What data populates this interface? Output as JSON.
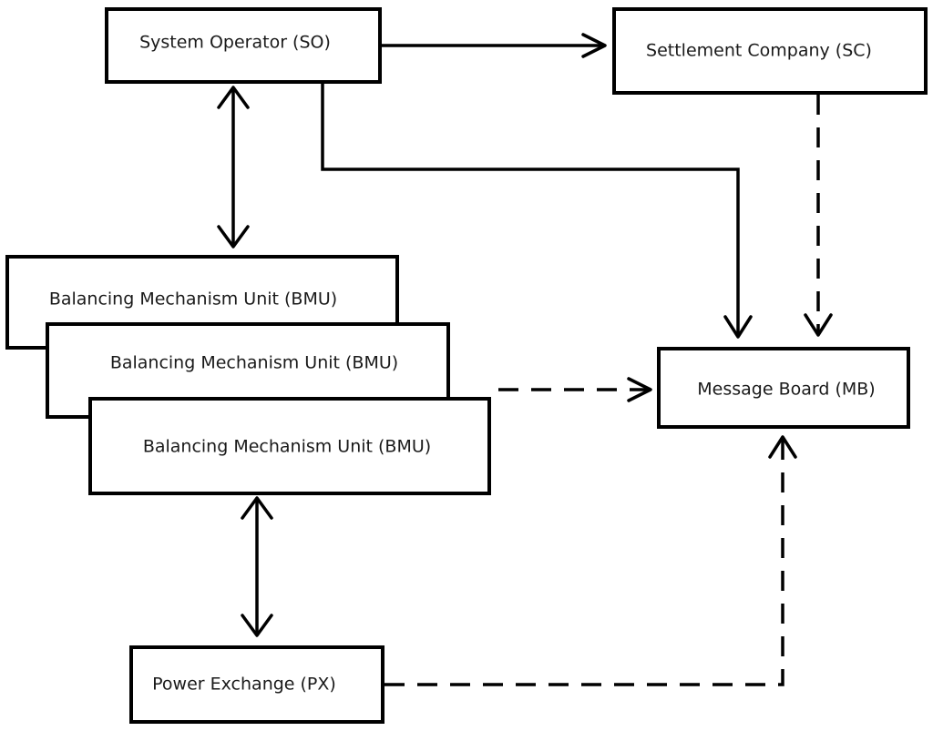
{
  "diagram": {
    "nodes": {
      "so": {
        "label": "System Operator (SO)"
      },
      "sc": {
        "label": "Settlement Company (SC)"
      },
      "bmu1": {
        "label": "Balancing Mechanism Unit (BMU)"
      },
      "bmu2": {
        "label": "Balancing Mechanism Unit (BMU)"
      },
      "bmu3": {
        "label": "Balancing Mechanism Unit (BMU)"
      },
      "mb": {
        "label": "Message Board (MB)"
      },
      "px": {
        "label": "Power Exchange (PX)"
      }
    },
    "edges": [
      {
        "from": "so",
        "to": "sc",
        "style": "solid",
        "direction": "forward"
      },
      {
        "from": "so",
        "to": "bmu",
        "style": "solid",
        "direction": "both"
      },
      {
        "from": "so",
        "to": "mb",
        "style": "solid",
        "direction": "forward"
      },
      {
        "from": "sc",
        "to": "mb",
        "style": "dashed",
        "direction": "forward"
      },
      {
        "from": "bmu",
        "to": "mb",
        "style": "dashed",
        "direction": "forward"
      },
      {
        "from": "bmu",
        "to": "px",
        "style": "solid",
        "direction": "both"
      },
      {
        "from": "px",
        "to": "mb",
        "style": "dashed",
        "direction": "forward"
      }
    ]
  }
}
